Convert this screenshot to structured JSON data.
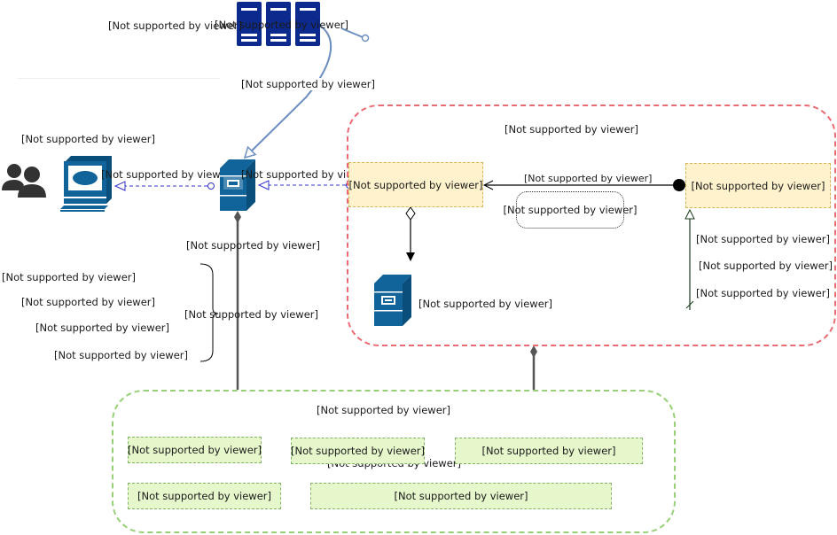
{
  "diagram": {
    "placeholder": "[Not supported by viewer]",
    "colors": {
      "icon_blue": "#10649a",
      "server_navy": "#0c2a8e",
      "connector_blue": "#6c8ebf",
      "dashed_link": "#3333cc",
      "red_container": "#ea6b73",
      "green_container": "#97d077",
      "yellow_fill": "#fff2cc",
      "green_fill": "#e6f7cc"
    },
    "top": {
      "server_rack_label_left": "[Not supported by viewer]",
      "server_rack_label_overlay": "[Not supported by viewer]",
      "connector_label": "[Not supported by viewer]"
    },
    "left": {
      "users_label": "[Not supported by viewer]",
      "workstation_link_label": "[Not supported by viewer]",
      "server_link_label": "[Not supported by viewer]",
      "server_below_label": "[Not supported by viewer]",
      "brace_items": [
        "[Not supported by viewer]",
        "[Not supported by viewer]",
        "[Not supported by viewer]",
        "[Not supported by viewer]"
      ],
      "brace_label": "[Not supported by viewer]"
    },
    "red_container": {
      "title": "[Not supported by viewer]",
      "left_box": "[Not supported by viewer]",
      "right_box": "[Not supported by viewer]",
      "arrow_label": "[Not supported by viewer]",
      "note": "[Not supported by viewer]",
      "server_label": "[Not supported by viewer]",
      "right_items": [
        "[Not supported by viewer]",
        "[Not supported by viewer]",
        "[Not supported by viewer]"
      ]
    },
    "green_container": {
      "title": "[Not supported by viewer]",
      "boxes_row1": [
        "[Not supported by viewer]",
        "[Not supported by viewer]",
        "[Not supported by viewer]"
      ],
      "overlap_label": "[Not supported by viewer]",
      "boxes_row2": [
        "[Not supported by viewer]",
        "[Not supported by viewer]"
      ]
    }
  }
}
